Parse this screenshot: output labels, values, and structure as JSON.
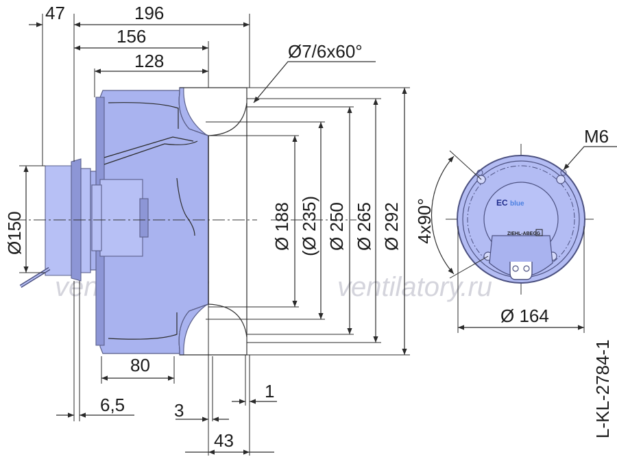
{
  "watermark": "ventilatory.ru",
  "drawing_code": "L-KL-2784-1",
  "side_view": {
    "dims": {
      "d47": "47",
      "d196": "196",
      "d156": "156",
      "d128": "128",
      "hole": "Ø7/6x60°",
      "dia150": "Ø150",
      "d80": "80",
      "d6_5": "6,5",
      "d3": "3",
      "d43": "43",
      "d1": "1",
      "dia188": "Ø 188",
      "dia235": "(Ø 235)",
      "dia250": "Ø 250",
      "dia265": "Ø 265",
      "dia292": "Ø 292",
      "angle": "4x90°"
    }
  },
  "front_view": {
    "thread": "M6",
    "dia164": "Ø 164",
    "brand_ec": "EC",
    "brand_blue": "blue",
    "brand_maker": "ZIEHL-ABEGG"
  },
  "colors": {
    "body": "#a9b3ef",
    "outline": "#5a5f8a",
    "lines": "#2a2a2a"
  }
}
